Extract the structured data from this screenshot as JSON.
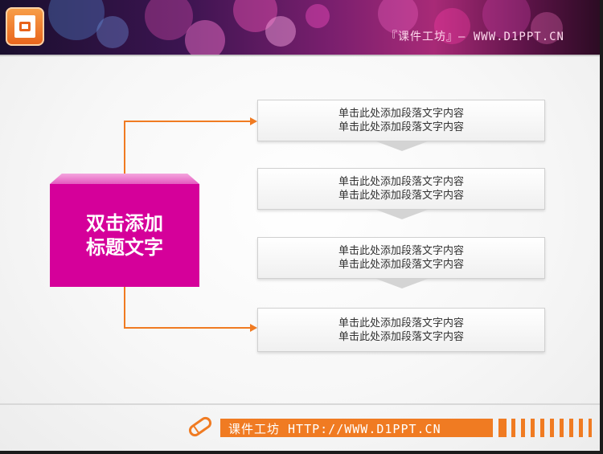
{
  "header": {
    "site_text": "『课件工坊』— WWW.D1PPT.CN"
  },
  "title_box": {
    "line1": "双击添加",
    "line2": "标题文字",
    "color": "#d5009a"
  },
  "boxes": [
    {
      "line1": "单击此处添加段落文字内容",
      "line2": "单击此处添加段落文字内容"
    },
    {
      "line1": "单击此处添加段落文字内容",
      "line2": "单击此处添加段落文字内容"
    },
    {
      "line1": "单击此处添加段落文字内容",
      "line2": "单击此处添加段落文字内容"
    },
    {
      "line1": "单击此处添加段落文字内容",
      "line2": "单击此处添加段落文字内容"
    }
  ],
  "footer": {
    "text": "课件工坊 HTTP://WWW.D1PPT.CN",
    "accent": "#f07b22"
  },
  "icons": [
    "powerpoint-logo-icon",
    "pencil-icon"
  ]
}
